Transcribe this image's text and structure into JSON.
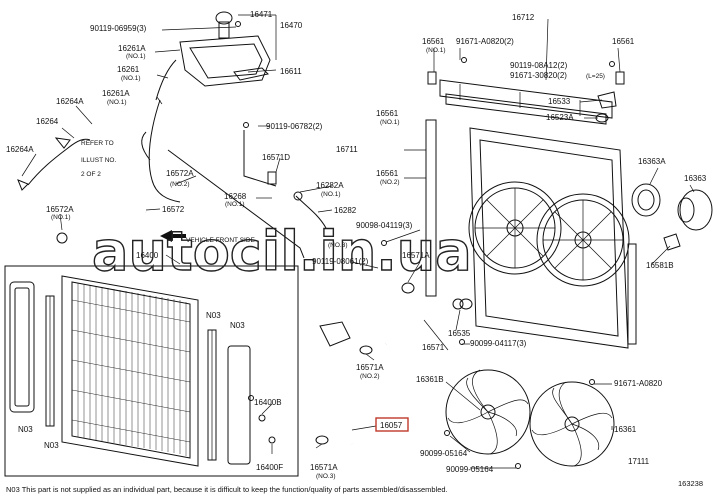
{
  "watermark": "autocil.in.ua",
  "footnote": "N03 This part is not supplied as an individual part, because it is difficult to keep the function/quality of parts assembled/disassembled.",
  "diagram_code": "163238",
  "refer_note": [
    "REFER TO",
    "ILLUST NO.",
    "2 OF 2"
  ],
  "vehicle_front": "VEHICLE FRONT SIDE",
  "labels": [
    {
      "id": "l1",
      "text": "16471"
    },
    {
      "id": "l2",
      "text": "16470"
    },
    {
      "id": "l3",
      "text": "90119-06959(3)"
    },
    {
      "id": "l4",
      "text": "16261A"
    },
    {
      "id": "l5",
      "text": "16261"
    },
    {
      "id": "l6",
      "text": "16611"
    },
    {
      "id": "l7",
      "text": "16261A"
    },
    {
      "id": "l8",
      "text": "16264A"
    },
    {
      "id": "l9",
      "text": "16264"
    },
    {
      "id": "l10",
      "text": "16264A"
    },
    {
      "id": "l11",
      "text": "90119-06782(2)"
    },
    {
      "id": "l12",
      "text": "16572A"
    },
    {
      "id": "l13",
      "text": "16571D"
    },
    {
      "id": "l14",
      "text": "16268"
    },
    {
      "id": "l15",
      "text": "16572A"
    },
    {
      "id": "l16",
      "text": "16572"
    },
    {
      "id": "l17",
      "text": "16282A"
    },
    {
      "id": "l18",
      "text": "16282"
    },
    {
      "id": "l19",
      "text": "16400"
    },
    {
      "id": "l20",
      "text": "90119-08061(2)"
    },
    {
      "id": "l21",
      "text": "16712"
    },
    {
      "id": "l22",
      "text": "16561"
    },
    {
      "id": "l23",
      "text": "91671-A0820(2)"
    },
    {
      "id": "l24",
      "text": "16561"
    },
    {
      "id": "l25",
      "text": "90119-08A12(2)"
    },
    {
      "id": "l26",
      "text": "91671-30820(2)"
    },
    {
      "id": "l27",
      "text": "16533"
    },
    {
      "id": "l28",
      "text": "16523A"
    },
    {
      "id": "l29",
      "text": "16561"
    },
    {
      "id": "l30",
      "text": "16711"
    },
    {
      "id": "l31",
      "text": "16561"
    },
    {
      "id": "l32",
      "text": "16363A"
    },
    {
      "id": "l33",
      "text": "16363"
    },
    {
      "id": "l34",
      "text": "90098-04119(3)"
    },
    {
      "id": "l35",
      "text": "16571A"
    },
    {
      "id": "l36",
      "text": "16581B"
    },
    {
      "id": "l37",
      "text": "16535"
    },
    {
      "id": "l38",
      "text": "16571"
    },
    {
      "id": "l39",
      "text": "90099-04117(3)"
    },
    {
      "id": "l40",
      "text": "N03"
    },
    {
      "id": "l41",
      "text": "N03"
    },
    {
      "id": "l42",
      "text": "N03"
    },
    {
      "id": "l43",
      "text": "N03"
    },
    {
      "id": "l44",
      "text": "16571A"
    },
    {
      "id": "l45",
      "text": "16361B"
    },
    {
      "id": "l46",
      "text": "91671-A0820"
    },
    {
      "id": "l47",
      "text": "16400B"
    },
    {
      "id": "l48",
      "text": "16057"
    },
    {
      "id": "l49",
      "text": "16361"
    },
    {
      "id": "l50",
      "text": "16400F"
    },
    {
      "id": "l51",
      "text": "16571A"
    },
    {
      "id": "l52",
      "text": "90099-05164"
    },
    {
      "id": "l53",
      "text": "90099-05164"
    },
    {
      "id": "l54",
      "text": "17111"
    }
  ],
  "subs": [
    {
      "id": "s1",
      "text": "(NO.1)"
    },
    {
      "id": "s2",
      "text": "(NO.1)"
    },
    {
      "id": "s3",
      "text": "(NO.1)"
    },
    {
      "id": "s4",
      "text": "(NO.1)"
    },
    {
      "id": "s5",
      "text": "(NO.2)"
    },
    {
      "id": "s6",
      "text": "(NO.1)"
    },
    {
      "id": "s7",
      "text": "(NO.1)"
    },
    {
      "id": "s8",
      "text": "(NO.3)"
    },
    {
      "id": "s9",
      "text": "(NO.1)"
    },
    {
      "id": "s10",
      "text": "(L=25)"
    },
    {
      "id": "s11",
      "text": "(NO.1)"
    },
    {
      "id": "s12",
      "text": "(NO.2)"
    },
    {
      "id": "s13",
      "text": "(NO.2)"
    },
    {
      "id": "s14",
      "text": "(NO.3)"
    }
  ]
}
